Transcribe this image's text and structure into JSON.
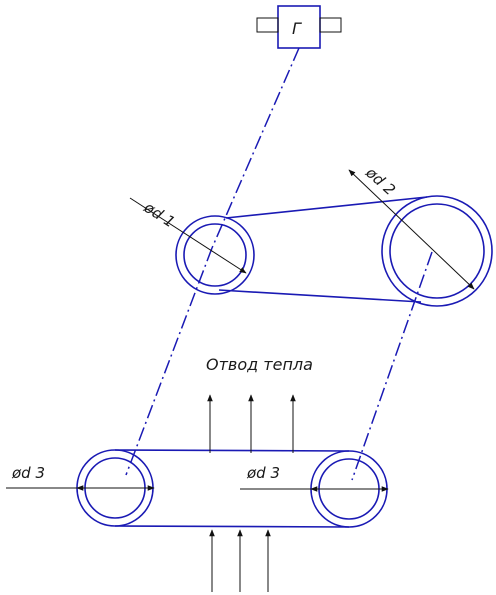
{
  "generator": {
    "label": "Г"
  },
  "pulleys": {
    "small_top": {
      "label": "ød 1"
    },
    "large_top": {
      "label": "ød 2"
    },
    "bottom_left": {
      "label": "ød 3"
    },
    "bottom_right": {
      "label": "ød 3"
    }
  },
  "heat": {
    "label": "Отвод тепла"
  },
  "colors": {
    "line": "#1a1ab4",
    "dim": "#111111"
  }
}
